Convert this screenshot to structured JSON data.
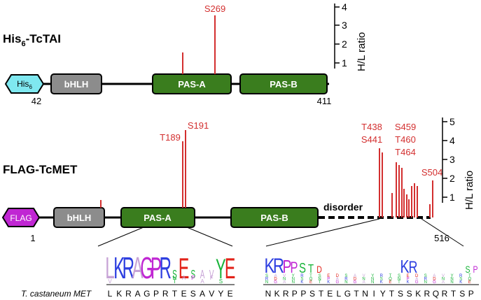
{
  "construct1": {
    "name_main": "His",
    "name_sub": "6",
    "name_rest": "-TcTAI",
    "tag_main": "His",
    "tag_sub": "6",
    "domain_bhlh": "bHLH",
    "domain_pasa": "PAS-A",
    "domain_pasb": "PAS-B",
    "start": "42",
    "end": "411",
    "site_label": "S269",
    "axis_ticks": [
      "4",
      "3",
      "2",
      "1"
    ],
    "axis_label": "H/L ratio"
  },
  "construct2": {
    "name": "FLAG-TcMET",
    "tag": "FLAG",
    "domain_bhlh": "bHLH",
    "domain_pasa": "PAS-A",
    "domain_pasb": "PAS-B",
    "disorder_label": "disorder",
    "start": "1",
    "end": "516",
    "sites_pas": [
      "T189",
      "S191"
    ],
    "sites_cterm_left": [
      "T438",
      "S441"
    ],
    "sites_cterm_right": [
      "S459",
      "T460",
      "T464"
    ],
    "site_s504": "S504",
    "axis_ticks": [
      "5",
      "4",
      "3",
      "2",
      "1"
    ],
    "axis_label": "H/L ratio"
  },
  "logo1": {
    "main_letters": [
      "L",
      "K",
      "R",
      "A",
      "G",
      "P",
      "R",
      "S",
      "E",
      "S",
      "A",
      "V",
      "Y",
      "E"
    ],
    "sequence": [
      "L",
      "K",
      "R",
      "A",
      "G",
      "P",
      "R",
      "T",
      "E",
      "S",
      "A",
      "V",
      "Y",
      "E"
    ]
  },
  "logo2": {
    "main_letters": [
      "K",
      "R",
      "P",
      "P",
      "S",
      "T",
      "D",
      "K",
      "R",
      "S",
      "P"
    ],
    "sequence": [
      "N",
      "K",
      "R",
      "P",
      "P",
      "S",
      "T",
      "E",
      "L",
      "G",
      "T",
      "N",
      "I",
      "Y",
      "T",
      "S",
      "S",
      "K",
      "R",
      "Q",
      "R",
      "T",
      "S",
      "P"
    ]
  },
  "species_label": "T. castaneum MET",
  "colors": {
    "site_red": "#d32f2f",
    "domain_green": "#3a7d1e",
    "bhlh_gray": "#8c8c8c",
    "his_tag": "#7fe8f0",
    "flag_tag": "#c026d3"
  }
}
